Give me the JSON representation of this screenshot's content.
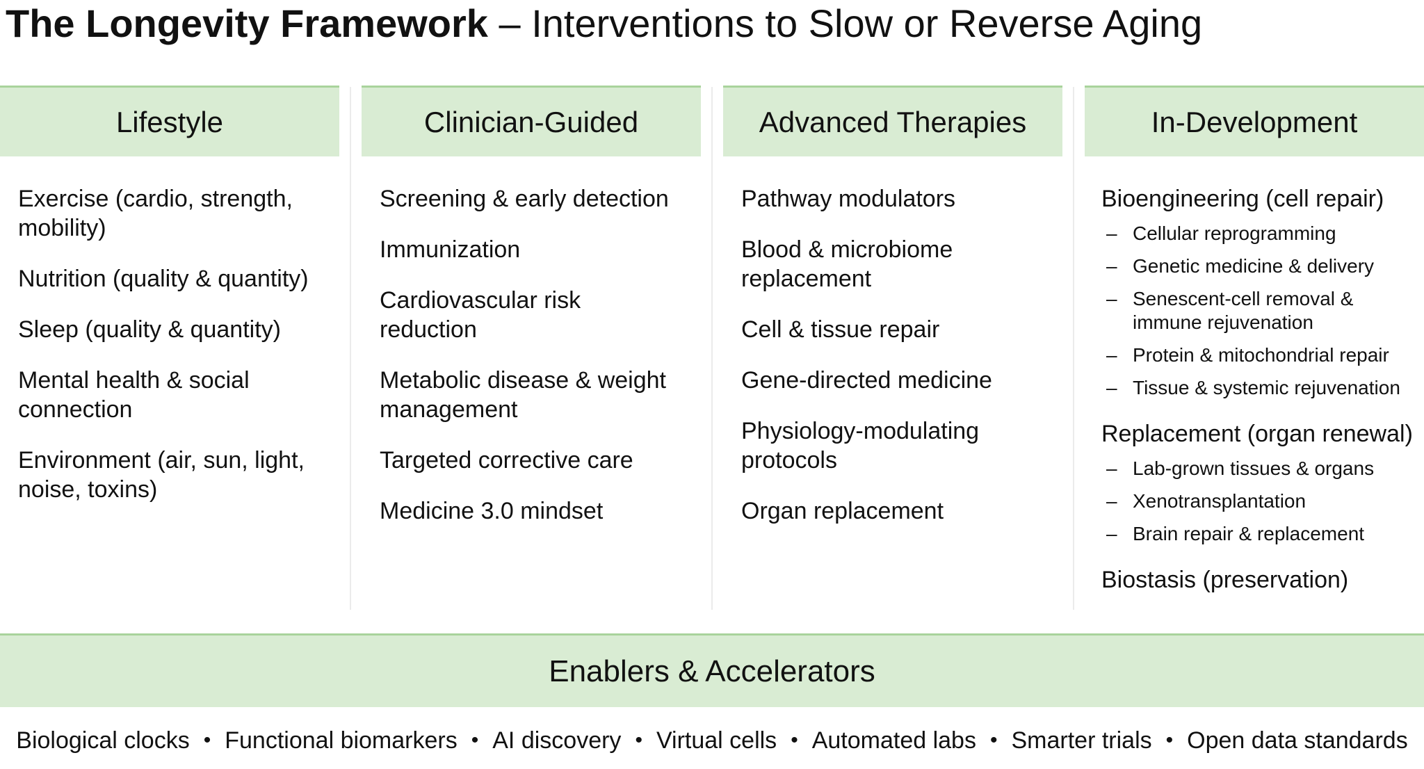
{
  "title": {
    "bold": "The Longevity Framework",
    "rest": " – Interventions to Slow or Reverse Aging"
  },
  "columns": [
    {
      "header": "Lifestyle",
      "items": [
        "Exercise (cardio, strength, mobility)",
        "Nutrition (quality & quantity)",
        "Sleep (quality & quantity)",
        "Mental health & social connection",
        "Environment (air, sun, light, noise, toxins)"
      ]
    },
    {
      "header": "Clinician-Guided",
      "items": [
        "Screening & early detection",
        "Immunization",
        "Cardiovascular risk reduction",
        "Metabolic disease & weight management",
        "Targeted corrective care",
        "Medicine 3.0 mindset"
      ]
    },
    {
      "header": "Advanced Therapies",
      "items": [
        "Pathway modulators",
        "Blood & microbiome replacement",
        "Cell & tissue repair",
        "Gene-directed medicine",
        "Physiology-modulating protocols",
        "Organ replacement"
      ]
    },
    {
      "header": "In-Development",
      "groups": [
        {
          "title": "Bioengineering (cell repair)",
          "subitems": [
            "Cellular reprogramming",
            "Genetic medicine & delivery",
            "Senescent-cell removal & immune rejuvenation",
            "Protein & mitochondrial repair",
            "Tissue & systemic rejuvenation"
          ]
        },
        {
          "title": "Replacement (organ renewal)",
          "subitems": [
            "Lab-grown tissues & organs",
            "Xenotransplantation",
            "Brain repair & replacement"
          ]
        },
        {
          "title": "Biostasis (preservation)",
          "subitems": []
        }
      ]
    }
  ],
  "enablers": {
    "header": "Enablers & Accelerators",
    "separator": "•",
    "dash": "–",
    "items": [
      "Biological clocks",
      "Functional biomarkers",
      "AI discovery",
      "Virtual cells",
      "Automated labs",
      "Smarter trials",
      "Open data standards"
    ]
  },
  "colors": {
    "header_fill": "#d9ecd3",
    "header_border": "#a9d39c",
    "divider": "#ebebeb"
  }
}
